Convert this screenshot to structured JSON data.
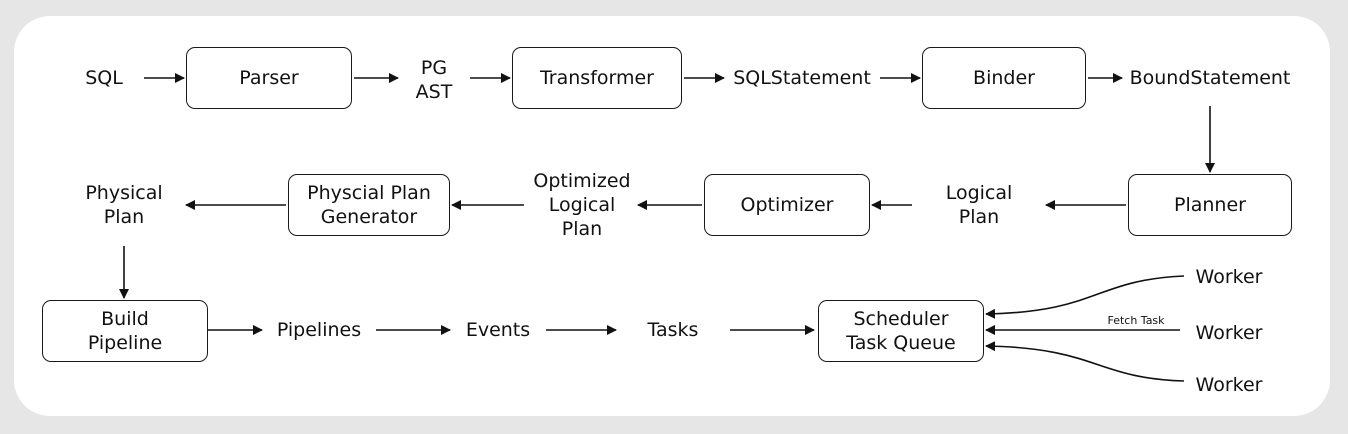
{
  "diagram": {
    "boxes": {
      "parser": "Parser",
      "transformer": "Transformer",
      "binder": "Binder",
      "planner": "Planner",
      "optimizer": "Optimizer",
      "physical_plan_generator": "Physcial Plan\nGenerator",
      "build_pipeline": "Build\nPipeline",
      "scheduler": "Scheduler\nTask Queue"
    },
    "labels": {
      "sql": "SQL",
      "pg_ast": "PG\nAST",
      "sql_statement": "SQLStatement",
      "bound_statement": "BoundStatement",
      "logical_plan": "Logical\nPlan",
      "optimized_logical_plan": "Optimized\nLogical\nPlan",
      "physical_plan": "Physical\nPlan",
      "pipelines": "Pipelines",
      "events": "Events",
      "tasks": "Tasks",
      "worker_top": "Worker",
      "worker_middle": "Worker",
      "worker_bottom": "Worker",
      "fetch_task": "Fetch Task"
    }
  }
}
